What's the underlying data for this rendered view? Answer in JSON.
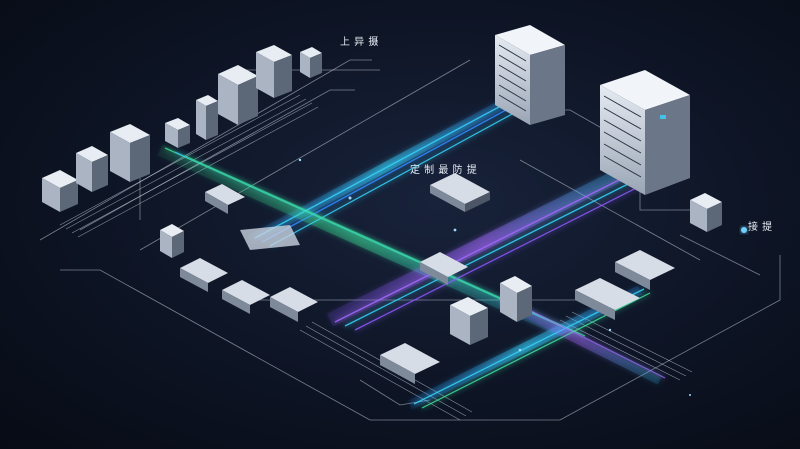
{
  "labels": {
    "top_right": "上 异 摄",
    "center": "定 制 最 防 提",
    "right": "接 提"
  },
  "colors": {
    "background": "#0b1120",
    "blue_beam": "#2f8cff",
    "cyan_beam": "#37d6ff",
    "green_beam": "#3ee59a",
    "purple_beam": "#8b5cff",
    "line": "#cfd8e6"
  }
}
